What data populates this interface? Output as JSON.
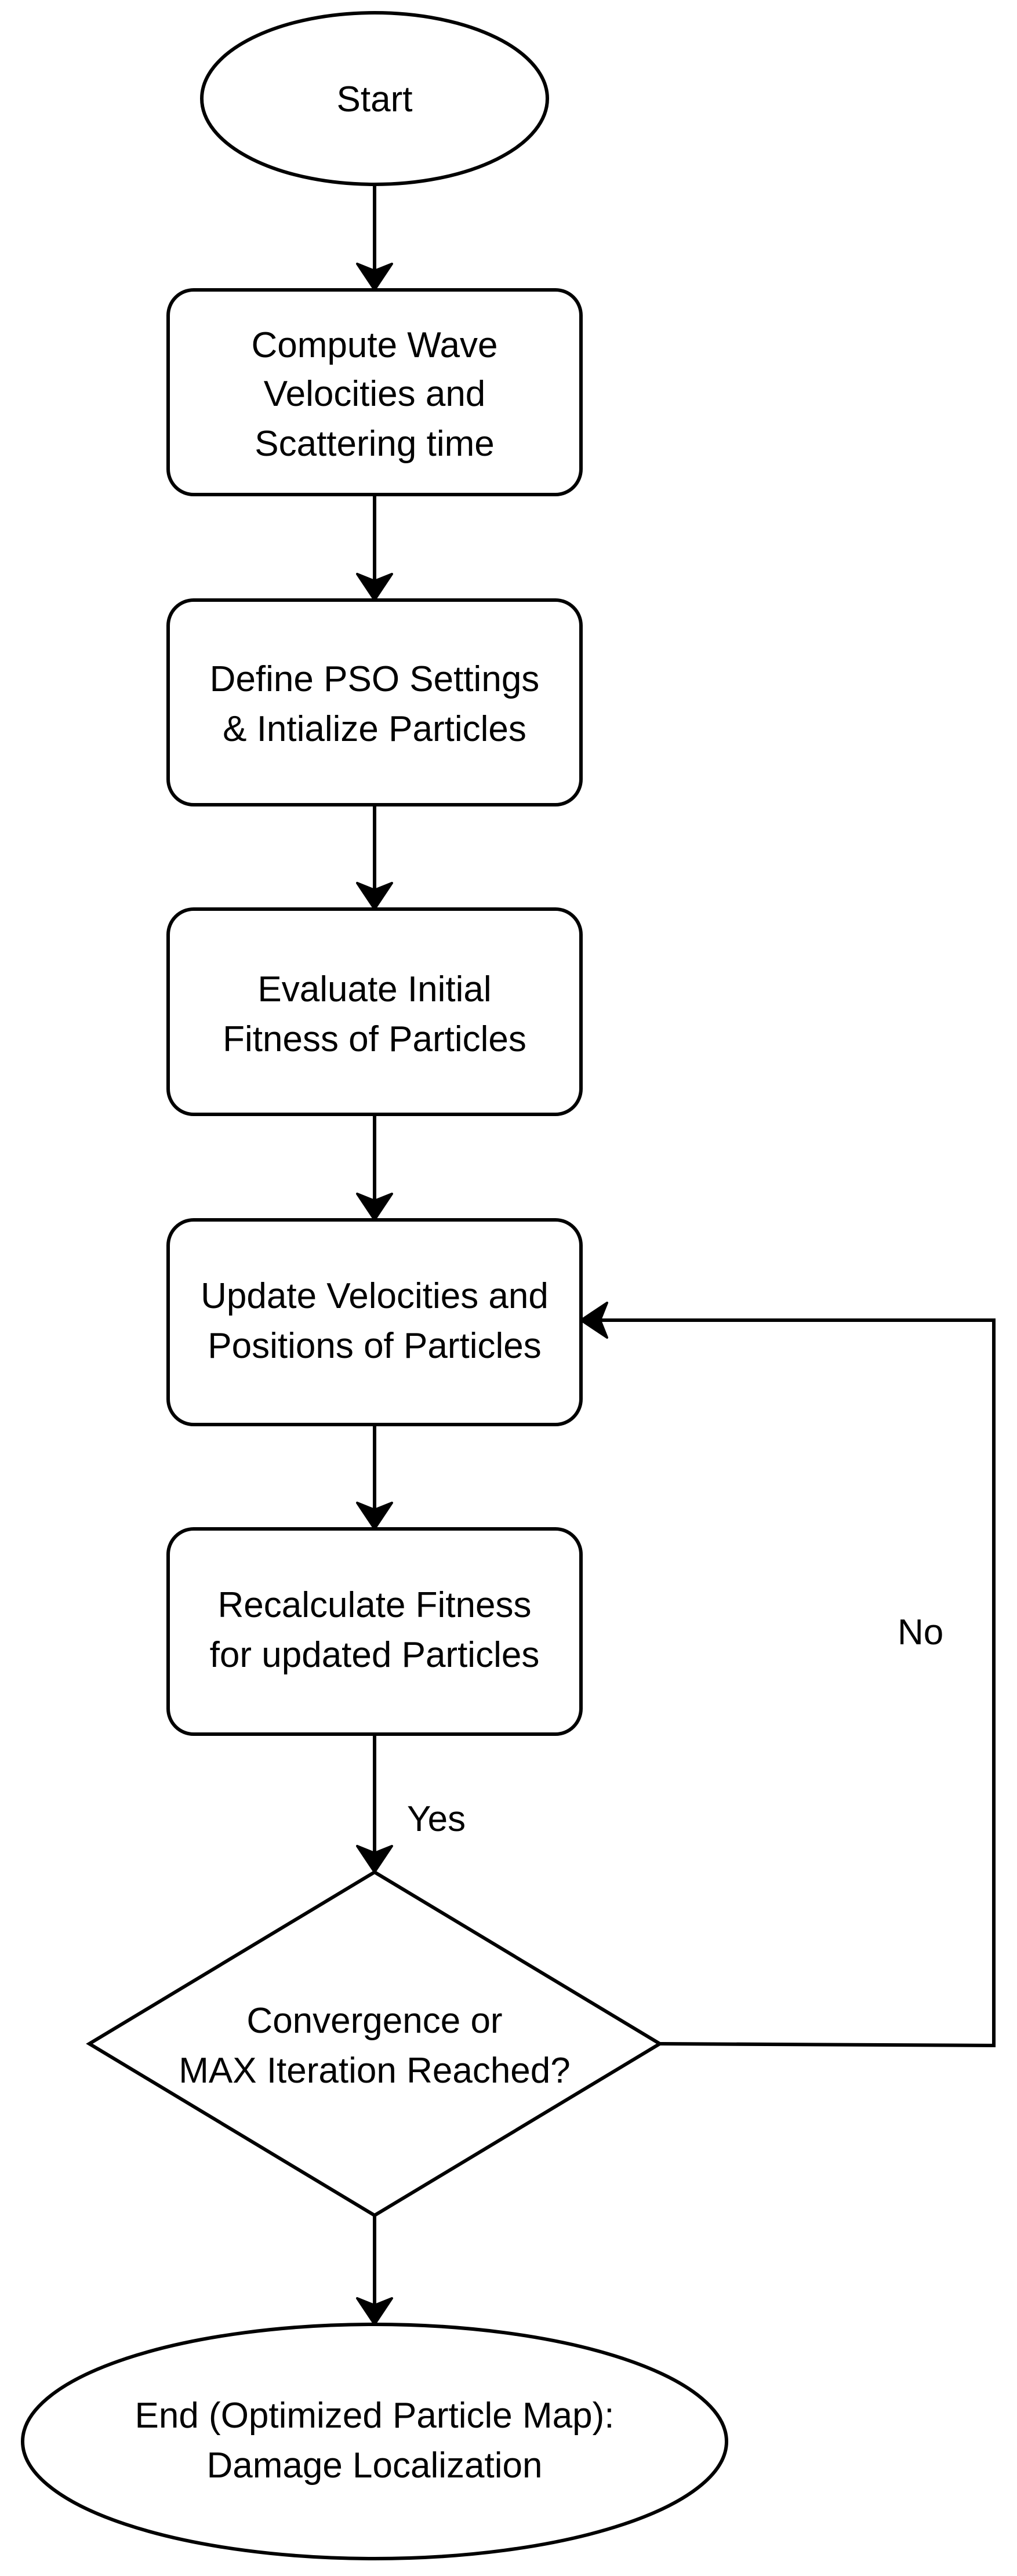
{
  "flowchart": {
    "nodes": [
      {
        "id": "start",
        "shape": "ellipse",
        "lines": [
          "Start"
        ]
      },
      {
        "id": "compute",
        "shape": "rounded-rect",
        "lines": [
          "Compute Wave",
          "Velocities and",
          "Scattering time"
        ]
      },
      {
        "id": "define",
        "shape": "rounded-rect",
        "lines": [
          "Define PSO Settings",
          "& Intialize Particles"
        ]
      },
      {
        "id": "evaluate",
        "shape": "rounded-rect",
        "lines": [
          "Evaluate Initial",
          "Fitness of Particles"
        ]
      },
      {
        "id": "update",
        "shape": "rounded-rect",
        "lines": [
          "Update Velocities and",
          "Positions of Particles"
        ]
      },
      {
        "id": "recalculate",
        "shape": "rounded-rect",
        "lines": [
          "Recalculate Fitness",
          "for updated Particles"
        ]
      },
      {
        "id": "decision",
        "shape": "diamond",
        "lines": [
          "Convergence or",
          "MAX Iteration Reached?"
        ]
      },
      {
        "id": "end",
        "shape": "ellipse",
        "lines": [
          "End (Optimized Particle Map):",
          "Damage Localization"
        ]
      }
    ],
    "edges": [
      {
        "from": "start",
        "to": "compute",
        "label": ""
      },
      {
        "from": "compute",
        "to": "define",
        "label": ""
      },
      {
        "from": "define",
        "to": "evaluate",
        "label": ""
      },
      {
        "from": "evaluate",
        "to": "update",
        "label": ""
      },
      {
        "from": "update",
        "to": "recalculate",
        "label": ""
      },
      {
        "from": "recalculate",
        "to": "decision",
        "label": "Yes"
      },
      {
        "from": "decision",
        "to": "update",
        "label": "No"
      },
      {
        "from": "decision",
        "to": "end",
        "label": ""
      }
    ]
  }
}
